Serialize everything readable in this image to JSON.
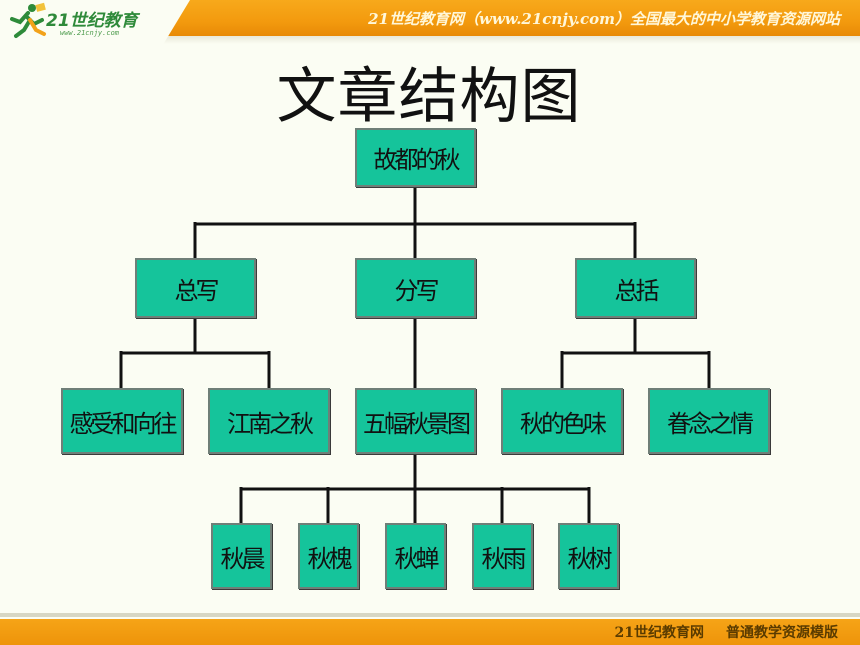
{
  "header": {
    "logo_text": "21世纪教育",
    "logo_url": "www.21cnjy.com",
    "slogan": "21世纪教育网（www.21cnjy.com）全国最大的中小学教育资源网站"
  },
  "title": "文章结构图",
  "diagram": {
    "root": "故都的秋",
    "level1": [
      "总写",
      "分写",
      "总括"
    ],
    "level2": [
      "感受和向往",
      "江南之秋",
      "五幅秋景图",
      "秋的色味",
      "眷念之情"
    ],
    "level3": [
      "秋晨",
      "秋槐",
      "秋蝉",
      "秋雨",
      "秋树"
    ]
  },
  "footer": {
    "left": "21世纪教育网",
    "right": "普通教学资源模版"
  },
  "colors": {
    "header_orange": "#f39a0e",
    "node_fill": "#15c49b",
    "line": "#111111"
  }
}
